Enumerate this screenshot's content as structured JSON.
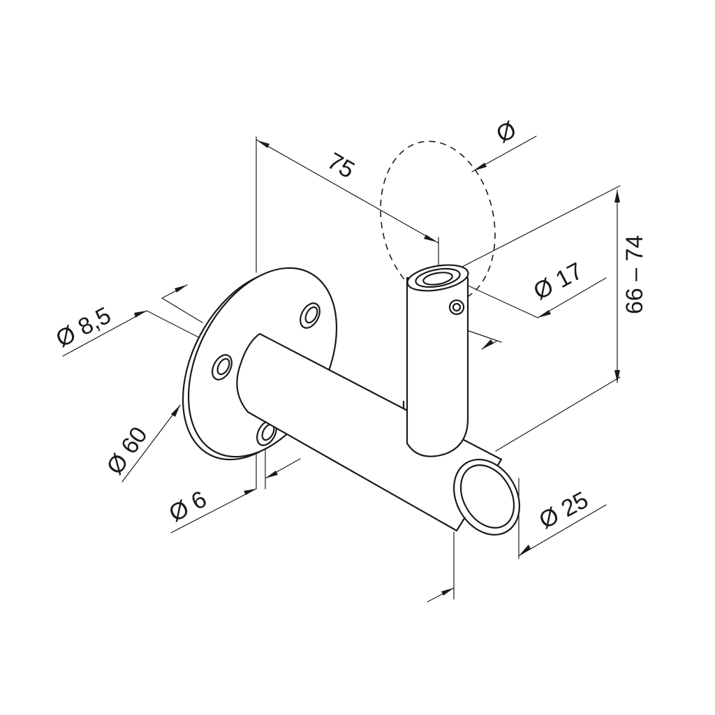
{
  "drawing": {
    "dimensions": {
      "length": "75",
      "rail_diameter": "Ø",
      "height": "66 – 74",
      "tube_diameter": "Ø 17",
      "hole_diameter": "Ø 8,5",
      "flange_diameter": "Ø 60",
      "screw_diameter": "Ø 6",
      "arm_diameter": "Ø 25"
    }
  }
}
